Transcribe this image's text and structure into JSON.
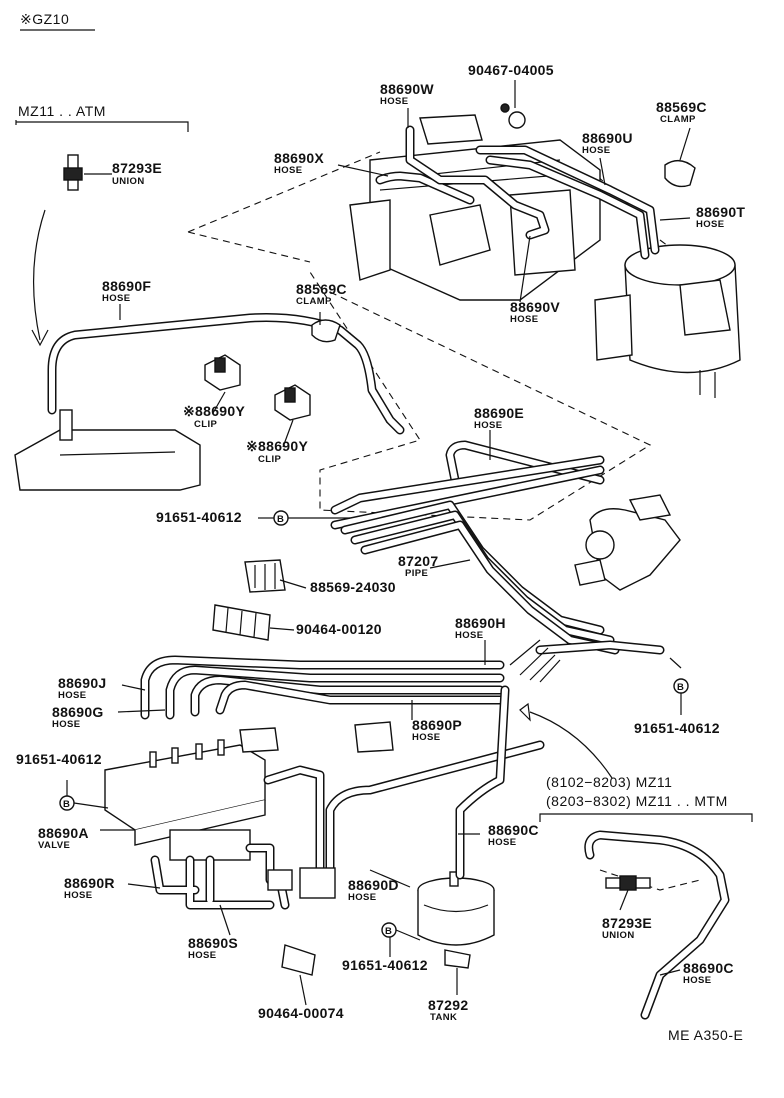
{
  "header": {
    "star_model": "※GZ10",
    "atm_label": "MZ11 . . ATM",
    "mtm_line1": "(8102−8203) MZ11",
    "mtm_line2": "(8203−8302) MZ11 . . MTM",
    "diagram_code": "ME A350-E"
  },
  "parts": {
    "p90467": {
      "number": "90467-04005",
      "name": ""
    },
    "p88690W": {
      "number": "88690W",
      "name": "HOSE"
    },
    "p88569C_top": {
      "number": "88569C",
      "name": "CLAMP"
    },
    "p88690X": {
      "number": "88690X",
      "name": "HOSE"
    },
    "p88690U": {
      "number": "88690U",
      "name": "HOSE"
    },
    "p87293E_top": {
      "number": "87293E",
      "name": "UNION"
    },
    "p88690T": {
      "number": "88690T",
      "name": "HOSE"
    },
    "p88690F": {
      "number": "88690F",
      "name": "HOSE"
    },
    "p88569C_mid": {
      "number": "88569C",
      "name": "CLAMP"
    },
    "p88690V": {
      "number": "88690V",
      "name": "HOSE"
    },
    "p88690Y_1": {
      "number": "※88690Y",
      "name": "CLIP"
    },
    "p88690Y_2": {
      "number": "※88690Y",
      "name": "CLIP"
    },
    "p88690E": {
      "number": "88690E",
      "name": "HOSE"
    },
    "p91651_a": {
      "number": "91651-40612",
      "name": ""
    },
    "p87207": {
      "number": "87207",
      "name": "PIPE"
    },
    "p88569_24030": {
      "number": "88569-24030",
      "name": ""
    },
    "p90464_00120": {
      "number": "90464-00120",
      "name": ""
    },
    "p88690H": {
      "number": "88690H",
      "name": "HOSE"
    },
    "p88690J": {
      "number": "88690J",
      "name": "HOSE"
    },
    "p88690G": {
      "number": "88690G",
      "name": "HOSE"
    },
    "p88690P": {
      "number": "88690P",
      "name": "HOSE"
    },
    "p91651_b": {
      "number": "91651-40612",
      "name": ""
    },
    "p91651_c": {
      "number": "91651-40612",
      "name": ""
    },
    "p88690A": {
      "number": "88690A",
      "name": "VALVE"
    },
    "p88690C_mid": {
      "number": "88690C",
      "name": "HOSE"
    },
    "p88690R": {
      "number": "88690R",
      "name": "HOSE"
    },
    "p88690D": {
      "number": "88690D",
      "name": "HOSE"
    },
    "p87293E_bot": {
      "number": "87293E",
      "name": "UNION"
    },
    "p88690S": {
      "number": "88690S",
      "name": "HOSE"
    },
    "p91651_d": {
      "number": "91651-40612",
      "name": ""
    },
    "p88690C_bot": {
      "number": "88690C",
      "name": "HOSE"
    },
    "p87292": {
      "number": "87292",
      "name": "TANK"
    },
    "p90464_00074": {
      "number": "90464-00074",
      "name": ""
    }
  },
  "callout": {
    "b_mark": "B"
  }
}
